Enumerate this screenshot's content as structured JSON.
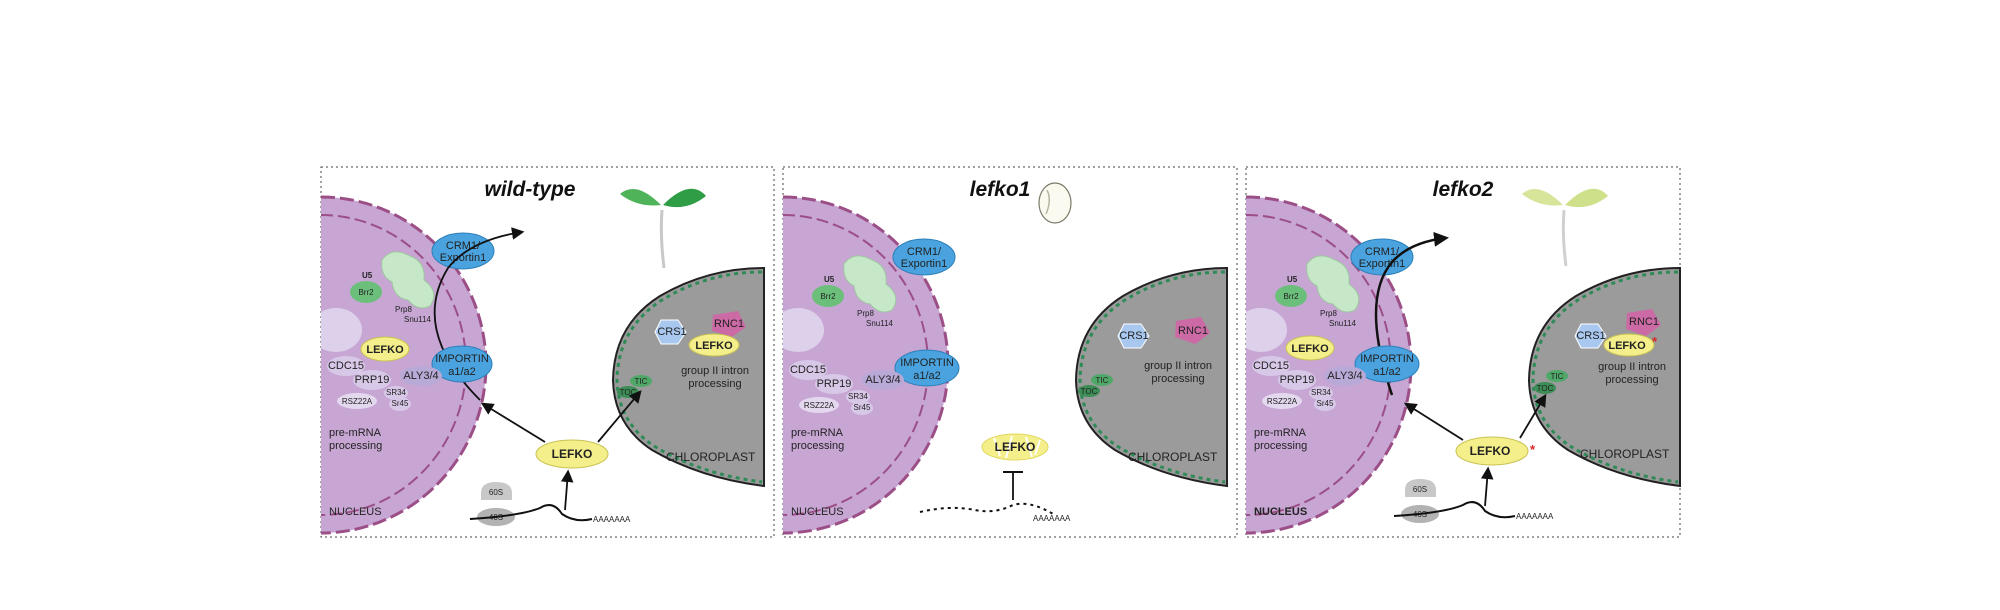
{
  "panels": [
    {
      "title": "wild-type",
      "nucleus_label": "NUCLEUS",
      "chloroplast_label": "CHLOROPLAST",
      "crm1": [
        "CRM1/",
        "Exportin1"
      ],
      "importin": [
        "IMPORTIN",
        "a1/a2"
      ],
      "u5": "U5",
      "brr2": "Brr2",
      "prp8": "Prp8",
      "snu114": "Snu114",
      "lefko_inner": "LEFKO",
      "cdc15": "CDC15",
      "prp19": "PRP19",
      "aly": "ALY3/4",
      "sr34": "SR34",
      "rsz22a": "RSZ22A",
      "sr45": "Sr45",
      "premrna": [
        "pre-mRNA",
        "processing"
      ],
      "crs1": "CRS1",
      "rnc1": "RNC1",
      "lefko_chloro": "LEFKO",
      "groupii": [
        "group II intron",
        "processing"
      ],
      "tic": "TIC",
      "toc": "TOC",
      "lefko_cyto": "LEFKO",
      "s60": "60S",
      "s40": "40S",
      "polya": "AAAAAAA"
    },
    {
      "title": "lefko1",
      "nucleus_label": "NUCLEUS",
      "chloroplast_label": "CHLOROPLAST",
      "crm1": [
        "CRM1/",
        "Exportin1"
      ],
      "importin": [
        "IMPORTIN",
        "a1/a2"
      ],
      "u5": "U5",
      "brr2": "Brr2",
      "prp8": "Prp8",
      "snu114": "Snu114",
      "cdc15": "CDC15",
      "prp19": "PRP19",
      "aly": "ALY3/4",
      "sr34": "SR34",
      "rsz22a": "RSZ22A",
      "sr45": "Sr45",
      "premrna": [
        "pre-mRNA",
        "processing"
      ],
      "crs1": "CRS1",
      "rnc1": "RNC1",
      "groupii": [
        "group II intron",
        "processing"
      ],
      "tic": "TIC",
      "toc": "TOC",
      "lefko_cyto": "LEFKO",
      "polya": "AAAAAAA"
    },
    {
      "title": "lefko2",
      "nucleus_label": "NUCLEUS",
      "chloroplast_label": "CHLOROPLAST",
      "crm1": [
        "CRM1/",
        "Exportin1"
      ],
      "importin": [
        "IMPORTIN",
        "a1/a2"
      ],
      "u5": "U5",
      "brr2": "Brr2",
      "prp8": "Prp8",
      "snu114": "Snu114",
      "lefko_inner": "LEFKO",
      "cdc15": "CDC15",
      "prp19": "PRP19",
      "aly": "ALY3/4",
      "sr34": "SR34",
      "rsz22a": "RSZ22A",
      "sr45": "Sr45",
      "premrna": [
        "pre-mRNA",
        "processing"
      ],
      "crs1": "CRS1",
      "rnc1": "RNC1",
      "lefko_chloro": "LEFKO",
      "mutation_mark": "*",
      "groupii": [
        "group II intron",
        "processing"
      ],
      "tic": "TIC",
      "toc": "TOC",
      "lefko_cyto": "LEFKO",
      "s60": "60S",
      "s40": "40S",
      "polya": "AAAAAAA"
    }
  ],
  "colors": {
    "nucleus_fill": "#c7a6d4",
    "nucleus_edge": "#9b4f86",
    "chloroplast_fill": "#9b9b9b",
    "chloroplast_edge": "#2e8b57",
    "crm1": "#4aa3df",
    "lefko": "#f4ef8a",
    "green_protein": "#6bbf7b",
    "mutation": "#d62828"
  }
}
